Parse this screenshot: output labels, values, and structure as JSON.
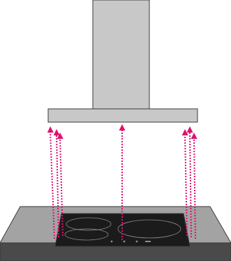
{
  "colors": {
    "background": "#ffffff",
    "steel": "#c8c8c8",
    "steel_shade": "#b4b4b4",
    "outline": "#3a3a3a",
    "counter_top": "#a3a3a3",
    "counter_front": "#4a4a4a",
    "cooktop": "#1b1b1b",
    "cooktop_lines": "#8c8c8c",
    "arrow": "#e0106f"
  },
  "icons": {
    "airflow_arrow": "upward-dotted-arrow",
    "hood": "chimney-range-hood",
    "hob": "induction-cooktop"
  }
}
